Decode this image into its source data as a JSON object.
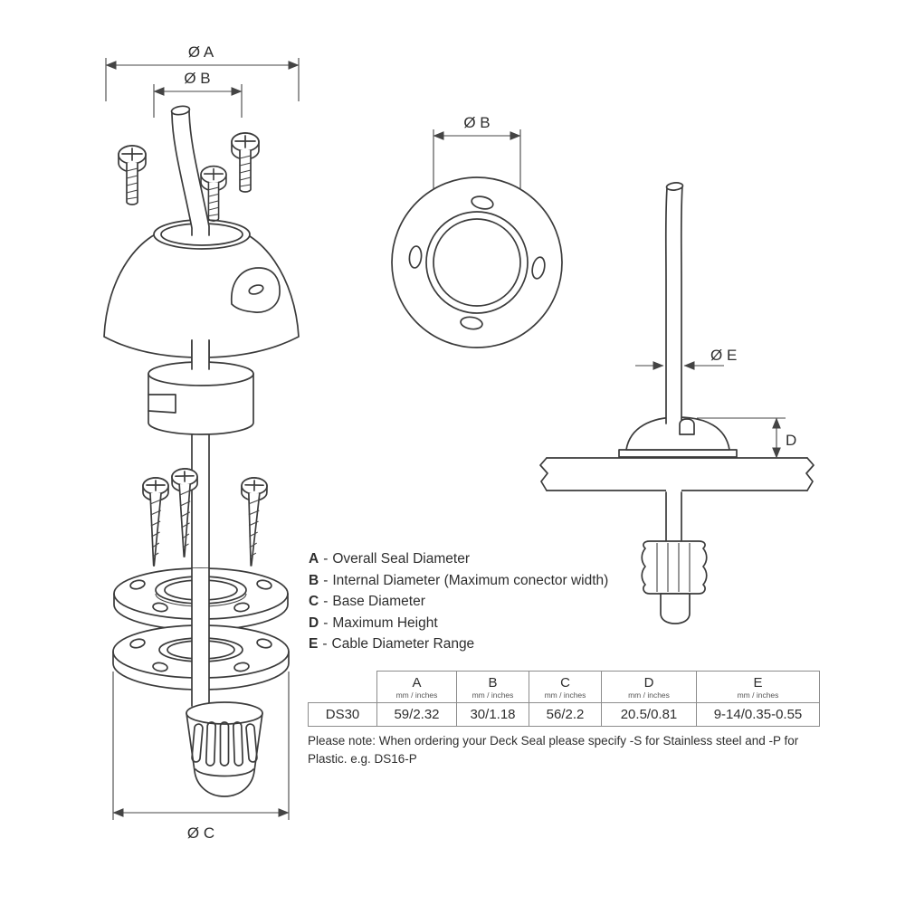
{
  "legend": {
    "sep": "-",
    "items": [
      {
        "key": "A",
        "desc": "Overall Seal Diameter"
      },
      {
        "key": "B",
        "desc": "Internal Diameter (Maximum conector width)"
      },
      {
        "key": "C",
        "desc": "Base Diameter"
      },
      {
        "key": "D",
        "desc": "Maximum Height"
      },
      {
        "key": "E",
        "desc": "Cable Diameter Range"
      }
    ]
  },
  "table": {
    "row_label": "DS30",
    "unit": "mm / inches",
    "columns": [
      "A",
      "B",
      "C",
      "D",
      "E"
    ],
    "values": [
      "59/2.32",
      "30/1.18",
      "56/2.2",
      "20.5/0.81",
      "9-14/0.35-0.55"
    ]
  },
  "note": "Please note: When ordering your Deck Seal please specify -S for Stainless steel and -P for Plastic.   e.g. DS16-P",
  "dims": {
    "a": "Ø A",
    "b": "Ø B",
    "b_top": "Ø B",
    "c": "Ø C",
    "e": "Ø E",
    "d": "D"
  }
}
